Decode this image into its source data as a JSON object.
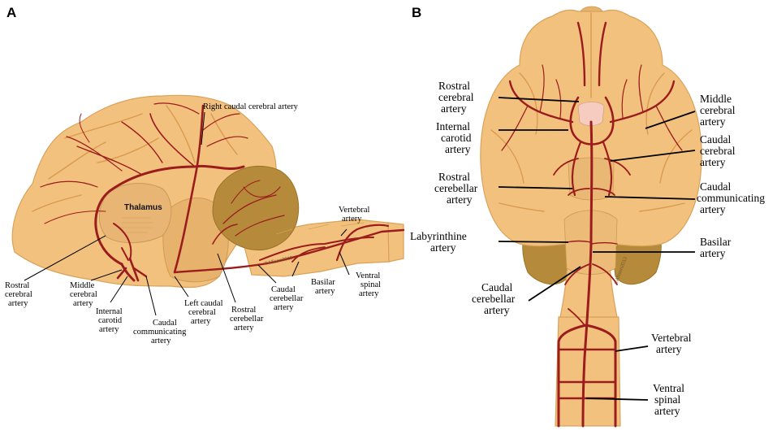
{
  "panels": {
    "a": {
      "letter": "A",
      "thalamus": "Thalamus",
      "watermark": "©Allison2013",
      "labels": {
        "right_caudal_cerebral": "Right caudal cerebral artery",
        "vertebral": [
          "Vertebral",
          "artery"
        ],
        "ventral_spinal": [
          "Ventral",
          "spinal",
          "artery"
        ],
        "basilar": [
          "Basilar",
          "artery"
        ],
        "caudal_cerebellar": [
          "Caudal",
          "cerebellar",
          "artery"
        ],
        "rostral_cerebellar": [
          "Rostral",
          "cerebellar",
          "artery"
        ],
        "left_caudal_cerebral": [
          "Left caudal",
          "cerebral",
          "artery"
        ],
        "caudal_communicating": [
          "Caudal",
          "communicating",
          "artery"
        ],
        "internal_carotid": [
          "Internal",
          "carotid",
          "artery"
        ],
        "middle_cerebral": [
          "Middle",
          "cerebral",
          "artery"
        ],
        "rostral_cerebral": [
          "Rostral",
          "cerebral",
          "artery"
        ]
      }
    },
    "b": {
      "letter": "B",
      "watermark": "©Allison2013",
      "labels": {
        "rostral_cerebral": [
          "Rostral",
          "cerebral",
          "artery"
        ],
        "internal_carotid": [
          "Internal",
          "carotid",
          "artery"
        ],
        "rostral_cerebellar": [
          "Rostral",
          "cerebellar",
          "artery"
        ],
        "labyrinthine": [
          "Labyrinthine",
          "artery"
        ],
        "caudal_cerebellar": [
          "Caudal",
          "cerebellar",
          "artery"
        ],
        "middle_cerebral": [
          "Middle",
          "cerebral",
          "artery"
        ],
        "caudal_cerebral": [
          "Caudal",
          "cerebral",
          "artery"
        ],
        "caudal_communicating": [
          "Caudal",
          "communicating",
          "artery"
        ],
        "basilar": [
          "Basilar",
          "artery"
        ],
        "vertebral": [
          "Vertebral",
          "artery"
        ],
        "ventral_spinal": [
          "Ventral",
          "spinal",
          "artery"
        ]
      }
    }
  },
  "colors": {
    "brain": "#f3c17e",
    "cerebellum": "#b58a3a",
    "artery": "#9b1c1c"
  }
}
